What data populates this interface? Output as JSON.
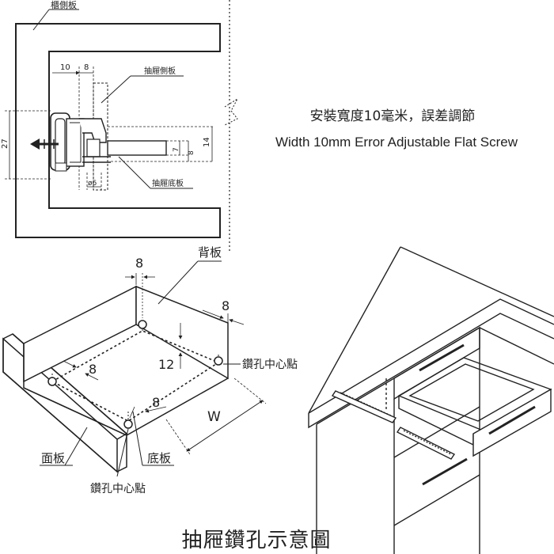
{
  "top_diagram": {
    "cabinet_side_label": "櫃側板",
    "drawer_side_label": "抽屜側板",
    "drawer_bottom_label": "抽屜底板",
    "dim_10": "10",
    "dim_8_top": "8",
    "dim_27": "27",
    "dim_14": "14",
    "dim_7": "7",
    "dim_8_right": "8",
    "dim_phi6": "ø6"
  },
  "caption": {
    "chinese": "安裝寬度10毫米，誤差調節",
    "english": "Width 10mm Error Adjustable Flat Screw"
  },
  "drawer_diagram": {
    "back_panel_label": "背板",
    "front_panel_label": "面板",
    "bottom_panel_label": "底板",
    "drill_center_right_label": "鑽孔中心點",
    "drill_center_bottom_label": "鑽孔中心點",
    "dim_8_top": "8",
    "dim_8_right": "8",
    "dim_8_left": "8",
    "dim_8_front": "8",
    "dim_12": "12",
    "dim_w": "W"
  },
  "title": "抽屜鑽孔示意圖"
}
